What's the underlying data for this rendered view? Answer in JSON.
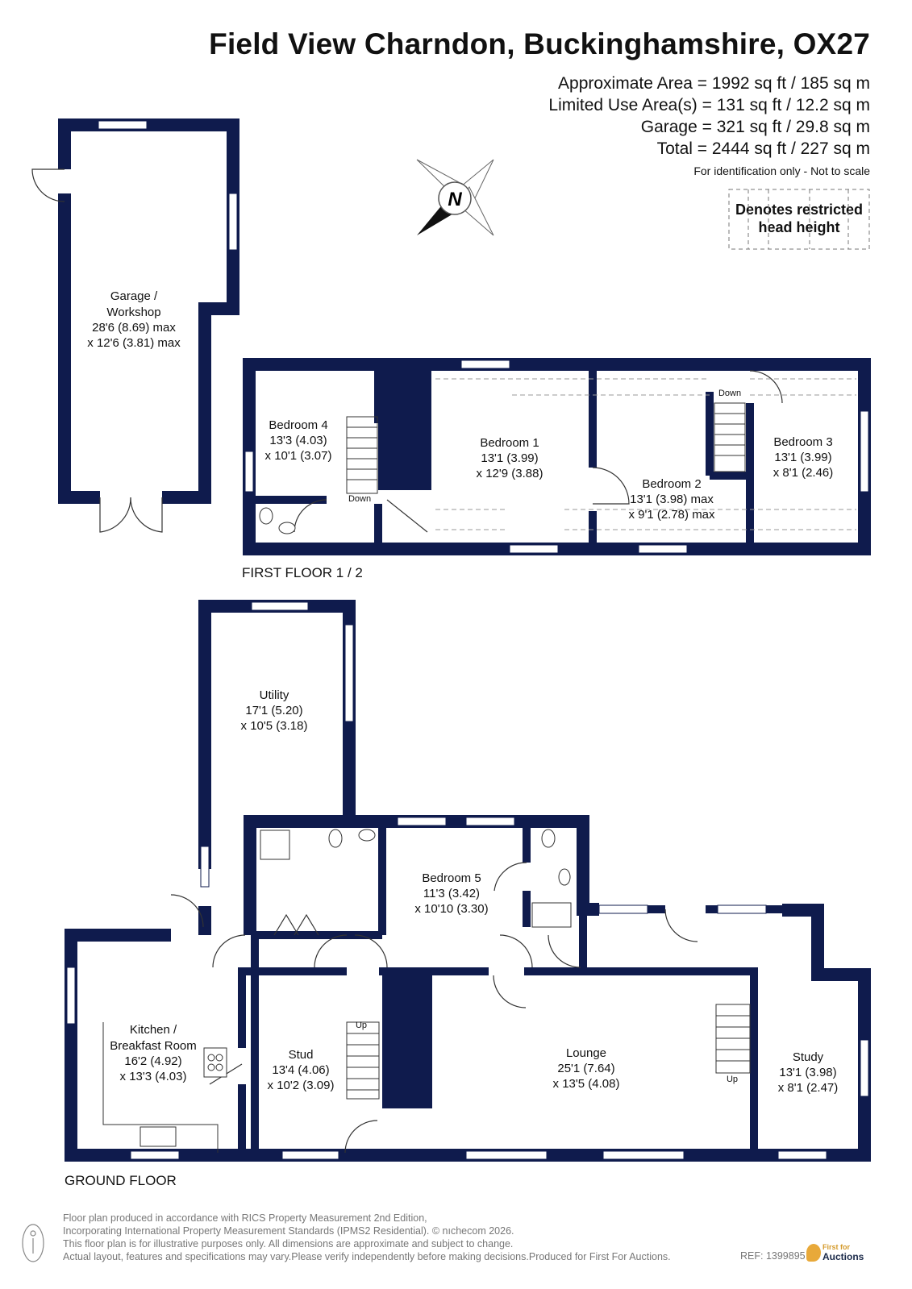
{
  "header": {
    "title": "Field View Charndon, Buckinghamshire, OX27",
    "areas": [
      "Approximate Area = 1992 sq ft / 185 sq m",
      "Limited Use Area(s) = 131 sq ft / 12.2 sq m",
      "Garage = 321 sq ft / 29.8 sq m",
      "Total = 2444 sq ft / 227 sq m"
    ],
    "note": "For identification only - Not to scale"
  },
  "restricted_label": "Denotes restricted head height",
  "compass_letter": "N",
  "floors": {
    "first": "FIRST FLOOR 1 / 2",
    "ground": "GROUND FLOOR"
  },
  "rooms": {
    "garage": [
      "Garage /",
      "Workshop",
      "28'6 (8.69) max",
      "x 12'6 (3.81) max"
    ],
    "bedroom4": [
      "Bedroom 4",
      "13'3 (4.03)",
      "x 10'1 (3.07)"
    ],
    "bedroom1": [
      "Bedroom 1",
      "13'1 (3.99)",
      "x 12'9 (3.88)"
    ],
    "bedroom2": [
      "Bedroom 2",
      "13'1 (3.98) max",
      "x 9'1 (2.78) max"
    ],
    "bedroom3": [
      "Bedroom 3",
      "13'1 (3.99)",
      "x 8'1 (2.46)"
    ],
    "utility": [
      "Utility",
      "17'1 (5.20)",
      "x 10'5 (3.18)"
    ],
    "bedroom5": [
      "Bedroom 5",
      "11'3 (3.42)",
      "x 10'10 (3.30)"
    ],
    "kitchen": [
      "Kitchen /",
      "Breakfast Room",
      "16'2 (4.92)",
      "x 13'3 (4.03)"
    ],
    "stud": [
      "Stud",
      "13'4 (4.06)",
      "x 10'2 (3.09)"
    ],
    "lounge": [
      "Lounge",
      "25'1 (7.64)",
      "x 13'5 (4.08)"
    ],
    "study": [
      "Study",
      "13'1 (3.98)",
      "x 8'1 (2.47)"
    ]
  },
  "stairs": {
    "down1": "Down",
    "down2": "Down",
    "up1": "Up",
    "up2": "Up"
  },
  "footer": [
    "Floor plan produced in accordance with RICS Property Measurement 2nd Edition,",
    "Incorporating International Property Measurement Standards (IPMS2 Residential).   © nıchecom 2026.",
    "This floor plan is for illustrative purposes only. All dimensions are approximate and subject to change.",
    "Actual layout, features and specifications may vary.Please verify independently before making decisions.Produced for First For Auctions."
  ],
  "ref": "REF:  1399895",
  "brand": {
    "small": "First for",
    "name": "Auctions"
  },
  "colors": {
    "wall": "#0f1b4d",
    "text": "#111111"
  }
}
